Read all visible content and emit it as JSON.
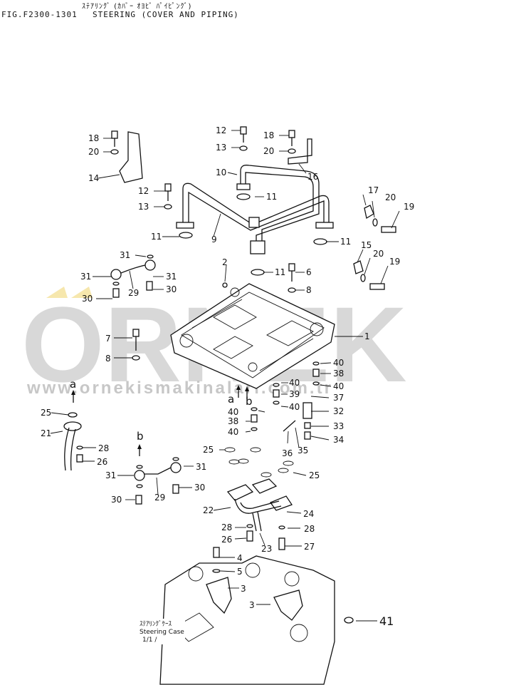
{
  "header": {
    "title_jp": "ｽﾃｱﾘﾝｸﾞ (ｶﾊﾞｰ ｵﾖﾋﾞ ﾊﾟｲﾋﾟﾝｸﾞ)",
    "fig_code": "FIG.F2300-1301",
    "title": "STEERING (COVER AND PIPING)"
  },
  "case_label_jp": "ｽﾃｱﾘﾝｸﾞｹｰｽ",
  "case_label": "Steering Case",
  "case_label_sub": "1/1 /",
  "watermark": {
    "brand": "ORNEK",
    "url": "www.ornekismakinalari.com.tr"
  },
  "views": [
    "a",
    "b"
  ],
  "callouts": [
    "1",
    "2",
    "3",
    "3",
    "4",
    "5",
    "6",
    "7",
    "8",
    "8",
    "9",
    "10",
    "11",
    "11",
    "11",
    "11",
    "11",
    "12",
    "12",
    "13",
    "13",
    "14",
    "15",
    "16",
    "17",
    "18",
    "18",
    "19",
    "19",
    "20",
    "20",
    "20",
    "20",
    "21",
    "22",
    "23",
    "24",
    "25",
    "25",
    "25",
    "25",
    "26",
    "26",
    "27",
    "28",
    "28",
    "28",
    "28",
    "29",
    "29",
    "30",
    "30",
    "30",
    "30",
    "31",
    "31",
    "31",
    "31",
    "31",
    "32",
    "33",
    "34",
    "35",
    "36",
    "37",
    "38",
    "38",
    "39",
    "40",
    "40",
    "40",
    "40",
    "40",
    "40",
    "40",
    "41"
  ]
}
